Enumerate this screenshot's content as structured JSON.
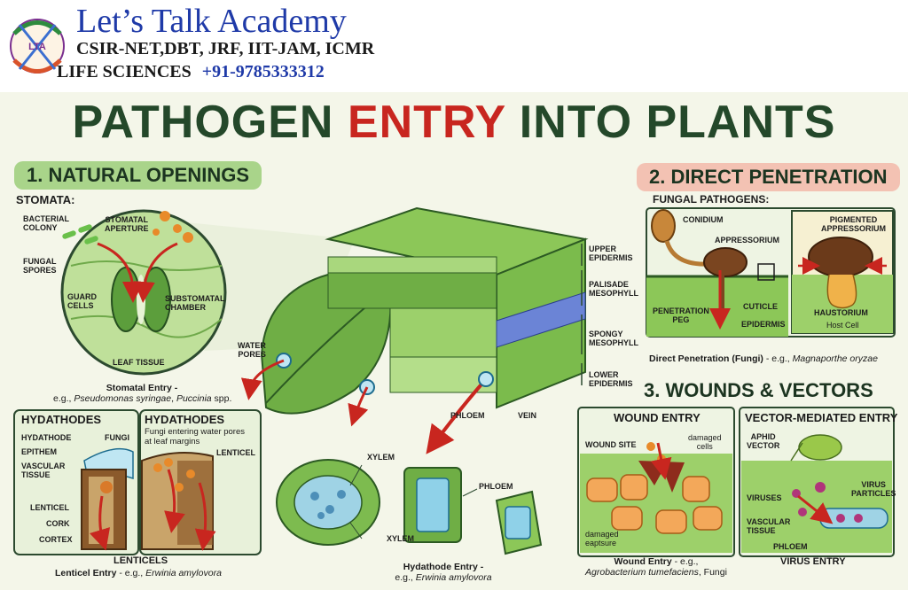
{
  "header": {
    "brand_title": "Let’s Talk Academy",
    "exams_line": "CSIR-NET,DBT, JRF, IIT-JAM, ICMR",
    "subject": "LIFE SCIENCES",
    "phone": "+91-9785333312",
    "logo_text": "LTA"
  },
  "title": {
    "part1": "PATHOGEN",
    "part2": "ENTRY",
    "part3": "INTO PLANTS"
  },
  "natural_openings": {
    "heading": "1. NATURAL OPENINGS",
    "stomata_heading": "STOMATA:",
    "labels": {
      "bacterial_colony": "BACTERIAL\nCOLONY",
      "stomatal_aperture": "STOMATAL\nAPERTURE",
      "fungal_spores": "FUNGAL\nSPORES",
      "guard_cells": "GUARD\nCELLS",
      "substomatal_chamber": "SUBSTOMATAL\nCHAMBER",
      "leaf_tissue": "LEAF TISSUE"
    },
    "caption_title": "Stomatal Entry -",
    "caption_prefix": "e.g., ",
    "caption_sp1": "Pseudomonas syringae",
    "caption_mid": ", ",
    "caption_sp2": "Puccinia",
    "caption_tail": " spp.",
    "water_pores": "WATER\nPORES"
  },
  "hydathodes_box": {
    "title": "HYDATHODES",
    "labels": {
      "hydathode": "HYDATHODE",
      "epithem": "EPITHEM",
      "vascular_tissue": "VASCULAR\nTISSUE",
      "fungi": "FUNGI",
      "lenticel": "LENTICEL",
      "cork": "CORK",
      "cortex": "CORTEX"
    }
  },
  "hydathodes_box2": {
    "title": "HYDATHODES",
    "desc": "Fungi entering water pores\nat leaf margins",
    "lenticel": "LENTICEL"
  },
  "lenticels": {
    "heading": "LENTICELS",
    "caption_title": "Lenticel Entry",
    "caption_mid": " - e.g., ",
    "caption_sp": "Erwinia amylovora"
  },
  "leaf_section": {
    "upper_epidermis": "UPPER\nEPIDERMIS",
    "palisade": "PALISADE\nMESOPHYLL",
    "spongy": "SPONGY\nMESOPHYLL",
    "lower_epidermis": "LOWER\nEPIDERMIS",
    "phloem": "PHLOEM",
    "vein": "VEIN",
    "xylem": "XYLEM",
    "phloem2": "PHLOEM",
    "xylem2": "XYLEM"
  },
  "hydathode_entry": {
    "caption_title": "Hydathode Entry -",
    "caption_prefix": "e.g., ",
    "caption_sp": "Erwinia amylovora"
  },
  "direct_penetration": {
    "heading": "2. DIRECT PENETRATION",
    "sub_heading": "FUNGAL PATHOGENS:",
    "labels": {
      "conidium": "CONIDIUM",
      "appressorium": "APPRESSORIUM",
      "penetration_peg": "PENETRATION\nPEG",
      "cuticle": "CUTICLE",
      "epidermis": "EPIDERMIS",
      "pigmented_appressorium": "PIGMENTED\nAPPRESSORIUM",
      "haustorium": "HAUSTORIUM",
      "host_cell": "Host Cell"
    },
    "caption_title": "Direct Penetration (Fungi)",
    "caption_mid": " - e.g., ",
    "caption_sp": "Magnaporthe oryzae"
  },
  "wounds_vectors": {
    "heading": "3. WOUNDS & VECTORS",
    "wound_panel": {
      "title": "WOUND ENTRY",
      "wound_site": "WOUND SITE",
      "damaged_cells": "damaged\ncells",
      "damaged_eaptsure": "damaged\neaptsure",
      "caption_title": "Wound Entry",
      "caption_mid": " - e.g.,",
      "caption_sp": "Agrobacterium tumefaciens",
      "caption_tail": ", Fungi"
    },
    "vector_panel": {
      "title": "VECTOR-MEDIATED ENTRY",
      "aphid_vector": "APHID\nVECTOR",
      "viruses": "VIRUSES",
      "virus_particles": "VIRUS\nPARTICLES",
      "vascular_tissue": "VASCULAR\nTISSUE",
      "phloem": "PHLOEM",
      "caption": "VIRUS ENTRY"
    }
  },
  "colors": {
    "dark_green": "#24482a",
    "red": "#c8261f",
    "brand_blue": "#1f3aa8",
    "pill_green": "#a9d48a",
    "pill_pink": "#f3c2b3",
    "leaf_green": "#6fae45"
  }
}
